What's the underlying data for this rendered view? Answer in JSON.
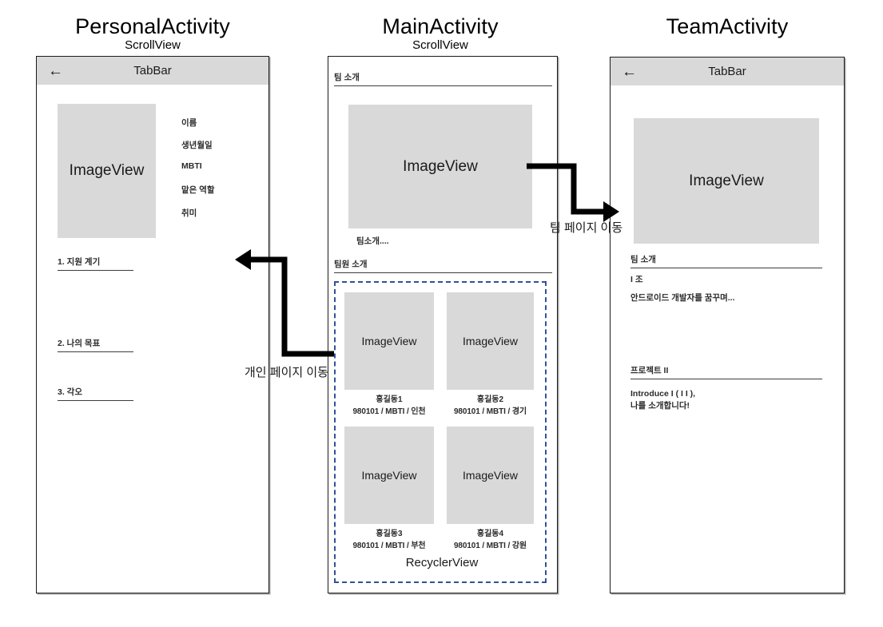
{
  "screens": [
    {
      "id": "personal",
      "title": "PersonalActivity",
      "subtitle": "ScrollView",
      "tabbar": {
        "title": "TabBar",
        "back_icon": "back-arrow-icon"
      },
      "image_label": "ImageView",
      "info_labels": [
        "이름",
        "생년월일",
        "MBTI",
        "맡은 역할",
        "취미"
      ],
      "sections": [
        "1. 지원 계기",
        "2. 나의 목표",
        "3. 각오"
      ]
    },
    {
      "id": "main",
      "title": "MainActivity",
      "subtitle": "ScrollView",
      "team_header": "팀 소개",
      "image_label": "ImageView",
      "team_desc": "팀소개....",
      "members_header": "팀원 소개",
      "recycler_label": "RecyclerView",
      "members": [
        {
          "image_label": "ImageView",
          "name": "홍길동1",
          "meta": "980101 / MBTI / 인천"
        },
        {
          "image_label": "ImageView",
          "name": "홍길동2",
          "meta": "980101 / MBTI / 경기"
        },
        {
          "image_label": "ImageView",
          "name": "홍길동3",
          "meta": "980101 / MBTI / 부천"
        },
        {
          "image_label": "ImageView",
          "name": "홍길동4",
          "meta": "980101 / MBTI / 강원"
        }
      ]
    },
    {
      "id": "team",
      "title": "TeamActivity",
      "subtitle": "",
      "tabbar": {
        "title": "TabBar",
        "back_icon": "back-arrow-icon"
      },
      "image_label": "ImageView",
      "intro_header": "팀 소개",
      "intro_line1": "I 조",
      "intro_line2": "안드로이드 개발자를 꿈꾸며...",
      "project_header": "프로젝트 II",
      "project_body": "Introduce I ( I I ),\n나를 소개합니다!"
    }
  ],
  "flows": [
    {
      "id": "to-personal",
      "label": "개인 페이지 이동"
    },
    {
      "id": "to-team",
      "label": "팀 페이지 이동"
    }
  ],
  "colors": {
    "placeholder": "#d9d9d9",
    "tabbar": "#d9d9d9",
    "recycler_border": "#2e5395",
    "frame_border": "#1a1a1a",
    "arrow": "#000000"
  }
}
